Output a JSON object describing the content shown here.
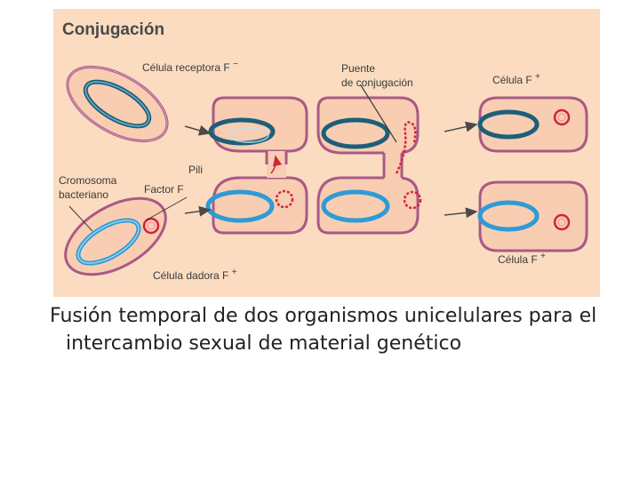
{
  "figure": {
    "title": "Conjugación",
    "labels": {
      "receptor_cell": "Célula receptora F",
      "receptor_sup": "−",
      "bridge_line1": "Puente",
      "bridge_line2": "de conjugación",
      "result_cell_top": "Célula F",
      "result_sup_top": "+",
      "pili": "Pili",
      "chromosome_line1": "Cromosoma",
      "chromosome_line2": "bacteriano",
      "factor_f": "Factor F",
      "result_cell_bottom": "Célula F",
      "result_sup_bottom": "+",
      "donor_cell": "Célula dadora F",
      "donor_sup": "+"
    },
    "colors": {
      "background": "#fbdcc0",
      "cell_outline": "#a85a86",
      "cell_fill": "#f9cdb2",
      "chromosome_dark": "#1d5f79",
      "chromosome_light": "#2d9bd6",
      "plasmid": "#d0243a",
      "arrow": "#4a4a4a"
    }
  },
  "caption": "Fusión temporal de dos organismos unicelulares para el intercambio sexual de material genético"
}
